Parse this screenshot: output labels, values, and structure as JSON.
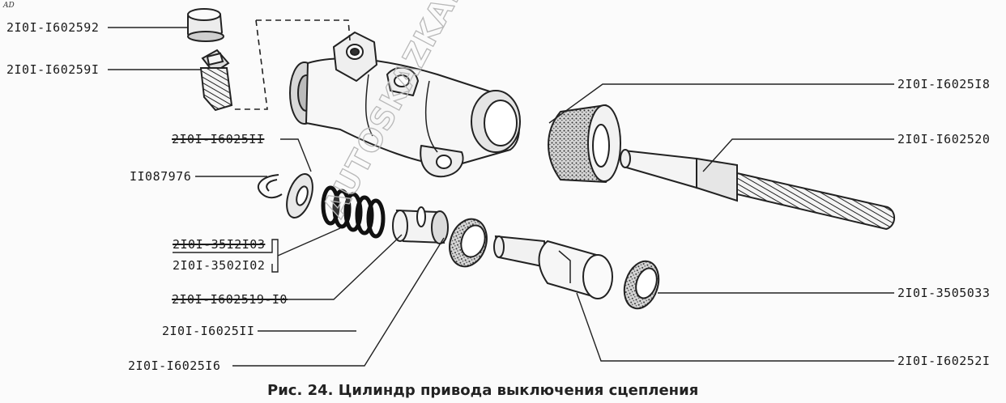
{
  "corner_mark": "AD",
  "caption": "Рис. 24. Цилиндр привода выключения сцепления",
  "watermark": "AUTOSKAZKA.ACAT.ONLINE",
  "labels": {
    "cap": "2I0I-I602592",
    "bleeder": "2I0I-I60259I",
    "washer": "2I0I-I6025II",
    "ring": "II087976",
    "spring1": "2I0I-35I2I03",
    "spring2": "2I0I-3502I02",
    "seat": "2I0I-I602519-I0",
    "seal": "2I0I-I6025II",
    "cup": "2I0I-I6025I6",
    "boot": "2I0I-I6025I8",
    "pushrod": "2I0I-I602520",
    "bush": "2I0I-3505033",
    "piston": "2I0I-I60252I"
  }
}
